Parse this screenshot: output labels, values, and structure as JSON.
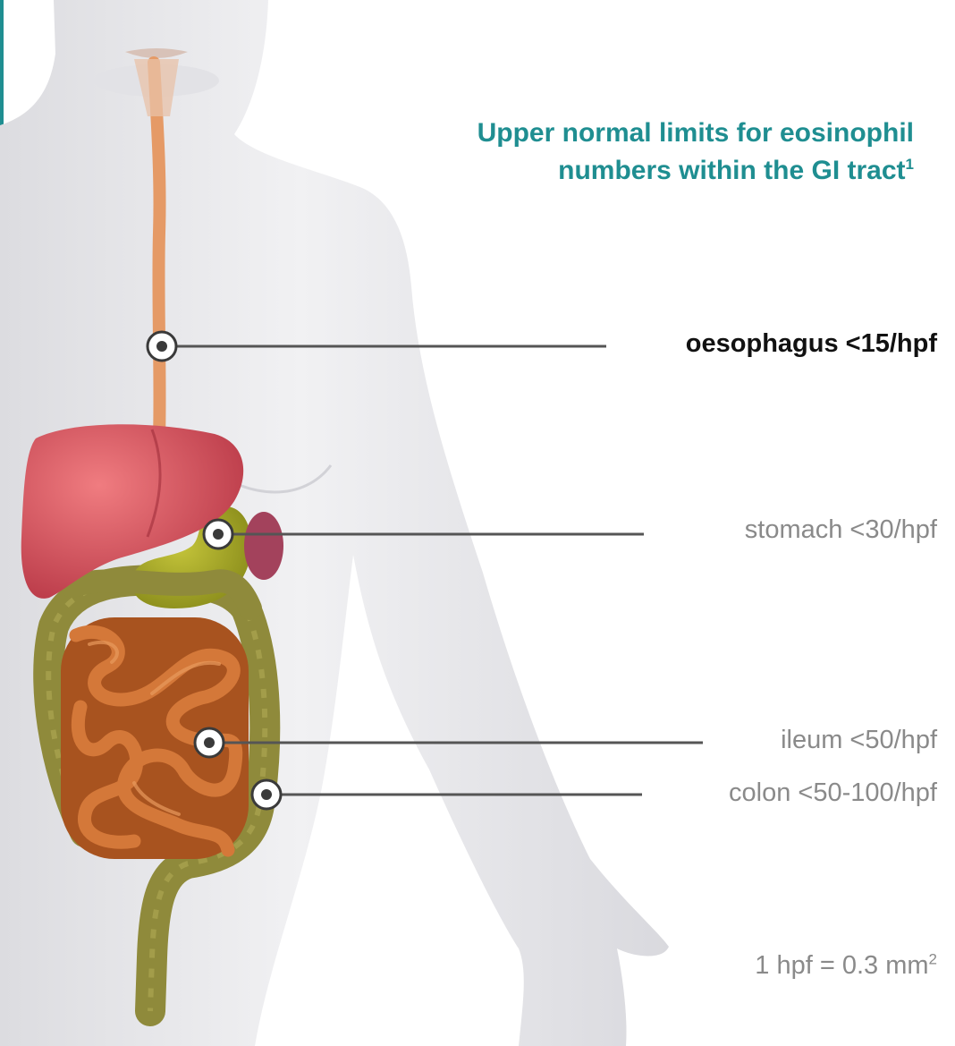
{
  "title": {
    "line1": "Upper normal limits for eosinophil",
    "line2": "numbers within the GI tract",
    "superscript": "1"
  },
  "organs": [
    {
      "id": "oesophagus",
      "label": "oesophagus <15/hpf",
      "highlighted": true
    },
    {
      "id": "stomach",
      "label": "stomach <30/hpf",
      "highlighted": false
    },
    {
      "id": "ileum",
      "label": "ileum <50/hpf",
      "highlighted": false
    },
    {
      "id": "colon",
      "label": "colon <50-100/hpf",
      "highlighted": false
    }
  ],
  "footnote": {
    "text": "1 hpf = 0.3 mm",
    "superscript": "2"
  },
  "colors": {
    "accent": "#1f8e91",
    "body": "#e9e9ec",
    "liver": "#c9434e",
    "stomach": "#a3a52a",
    "intestine": "#c2662c",
    "colon": "#8f8a3b",
    "spleen": "#a3425c",
    "oesophagus": "#e59a66",
    "leader": "#555555"
  },
  "icons": [
    "marker-ring-icon"
  ]
}
